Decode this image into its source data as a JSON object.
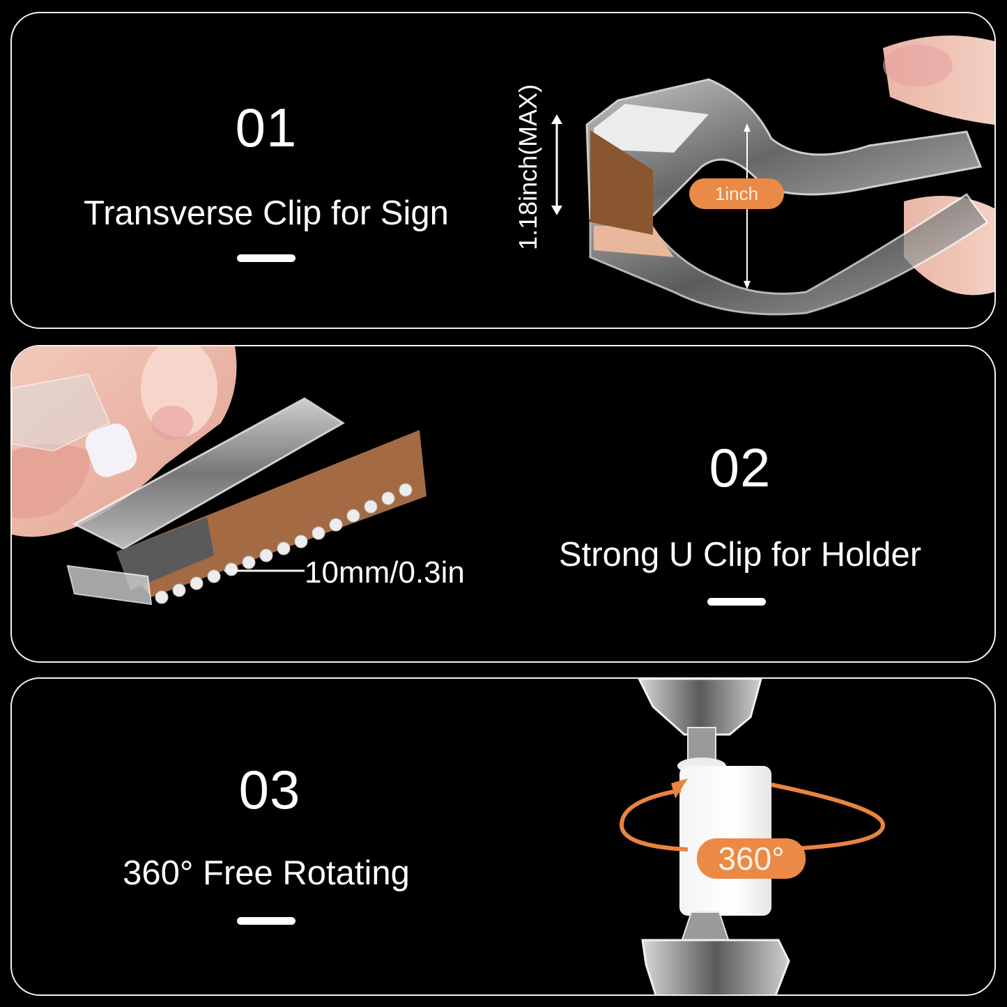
{
  "colors": {
    "background": "#000000",
    "panel_border": "#f2f2f2",
    "accent_orange": "#ea8a46",
    "dimension_brown": "#8a5630",
    "text": "#ffffff"
  },
  "panels": [
    {
      "number": "01",
      "title": "Transverse Clip for Sign",
      "image": {
        "subject": "clear plastic spring clip held open by fingers",
        "labels": {
          "max_opening": "1.18inch(MAX)",
          "opening": "1inch"
        }
      }
    },
    {
      "number": "02",
      "title": "Strong U Clip for Holder",
      "image": {
        "subject": "clear U clip with serrated jaw held by fingers",
        "labels": {
          "jaw_width": "10mm/0.3in"
        }
      }
    },
    {
      "number": "03",
      "title": "360° Free Rotating",
      "image": {
        "subject": "white swivel joint connecting two clear clips",
        "labels": {
          "rotation": "360°"
        }
      }
    }
  ]
}
